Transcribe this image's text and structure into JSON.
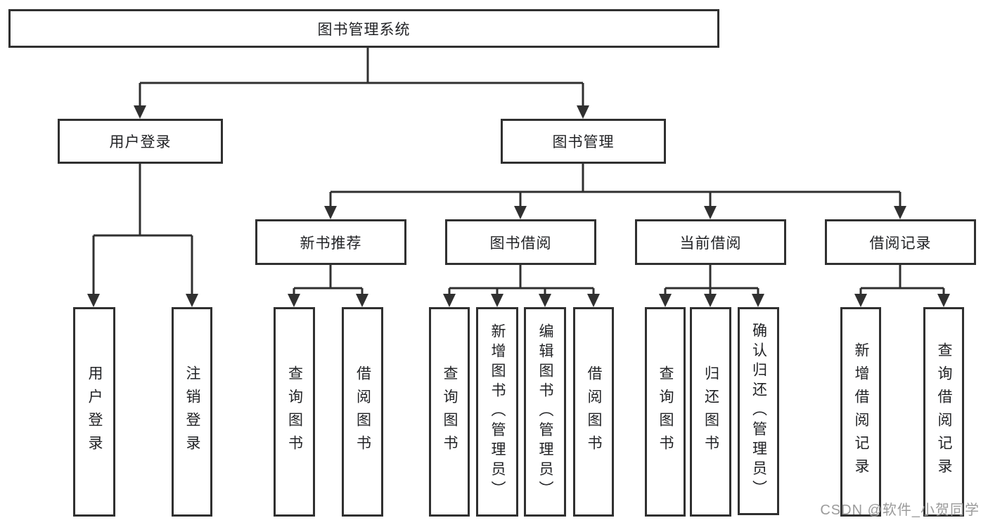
{
  "diagram_title": "图书管理系统",
  "tree": {
    "label": "图书管理系统",
    "children": [
      {
        "label": "用户登录",
        "children": [
          {
            "label": "用户登录"
          },
          {
            "label": "注销登录"
          }
        ]
      },
      {
        "label": "图书管理",
        "children": [
          {
            "label": "新书推荐",
            "children": [
              {
                "label": "查询图书"
              },
              {
                "label": "借阅图书"
              }
            ]
          },
          {
            "label": "图书借阅",
            "children": [
              {
                "label": "查询图书"
              },
              {
                "label": "新增图书（管理员）"
              },
              {
                "label": "编辑图书（管理员）"
              },
              {
                "label": "借阅图书"
              }
            ]
          },
          {
            "label": "当前借阅",
            "children": [
              {
                "label": "查询图书"
              },
              {
                "label": "归还图书"
              },
              {
                "label": "确认归还（管理员）"
              }
            ]
          },
          {
            "label": "借阅记录",
            "children": [
              {
                "label": "新增借阅记录"
              },
              {
                "label": "查询借阅记录"
              }
            ]
          }
        ]
      }
    ]
  },
  "watermark": {
    "text": "CSDN @软件_小贺同学"
  },
  "colors": {
    "line": "#303030",
    "box_border": "#303030",
    "box_fill": "#ffffff",
    "text": "#222326",
    "watermark": "#9b9b9b",
    "background": "#ffffff"
  }
}
